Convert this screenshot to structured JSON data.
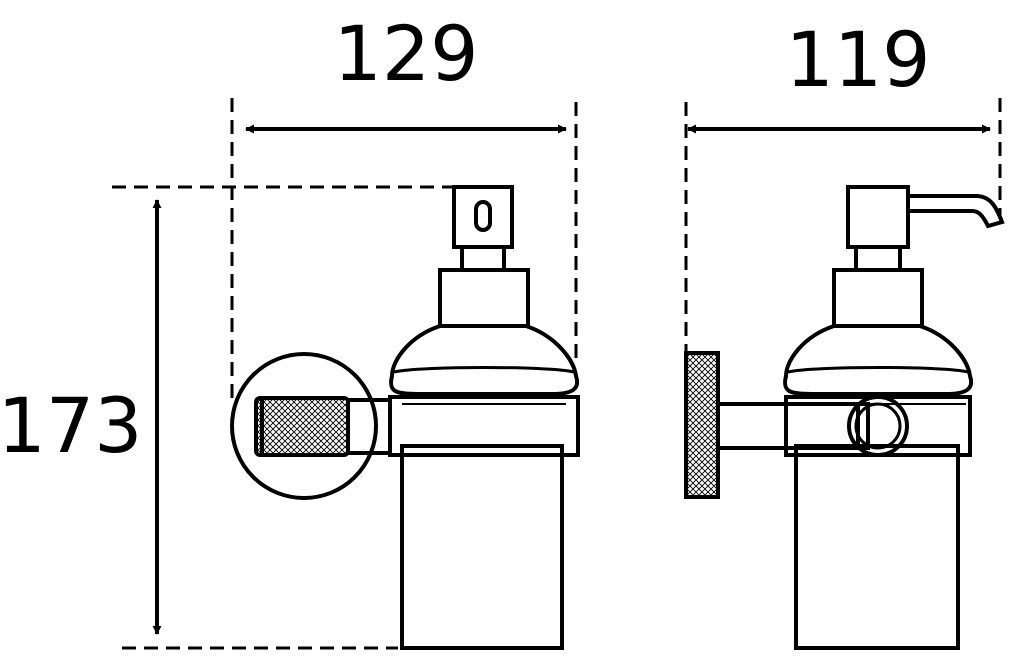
{
  "dimensions": {
    "front_width": "129",
    "side_width": "119",
    "height": "173"
  },
  "colors": {
    "line": "#000000",
    "background": "#ffffff",
    "hatch_fill": "#c8c8c8"
  }
}
